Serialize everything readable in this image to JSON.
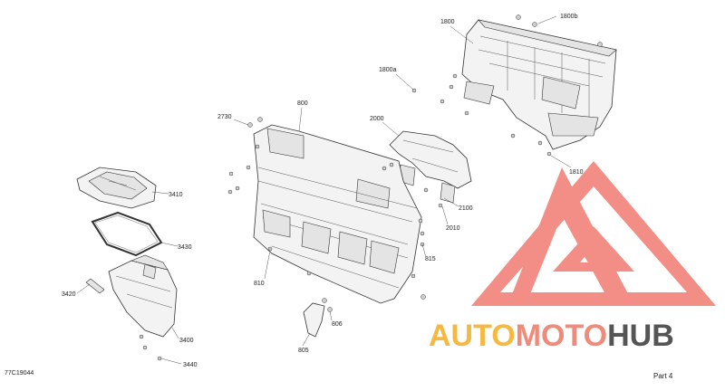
{
  "diagram": {
    "part_labels": [
      {
        "id": "1800",
        "text": "1800"
      },
      {
        "id": "1800b",
        "text": "1800b"
      },
      {
        "id": "1800a",
        "text": "1800a"
      },
      {
        "id": "1810",
        "text": "1810"
      },
      {
        "id": "800",
        "text": "800"
      },
      {
        "id": "2730",
        "text": "2730"
      },
      {
        "id": "2000",
        "text": "2000"
      },
      {
        "id": "2100",
        "text": "2100"
      },
      {
        "id": "2010",
        "text": "2010"
      },
      {
        "id": "815",
        "text": "815"
      },
      {
        "id": "810",
        "text": "810"
      },
      {
        "id": "806",
        "text": "806"
      },
      {
        "id": "805",
        "text": "805"
      },
      {
        "id": "3410",
        "text": "3410"
      },
      {
        "id": "3430",
        "text": "3430"
      },
      {
        "id": "3420",
        "text": "3420"
      },
      {
        "id": "3400",
        "text": "3400"
      },
      {
        "id": "3440",
        "text": "3440"
      }
    ],
    "drawing_code": "77C19044",
    "page_label": "Part 4"
  },
  "watermark": {
    "word_part1": "AUTO",
    "word_part2": "MOTO",
    "word_part3": "HUB",
    "colors": {
      "auto": "#f5b942",
      "moto": "#f08a7a",
      "hub": "#555555",
      "logo": "#f07b70"
    }
  }
}
